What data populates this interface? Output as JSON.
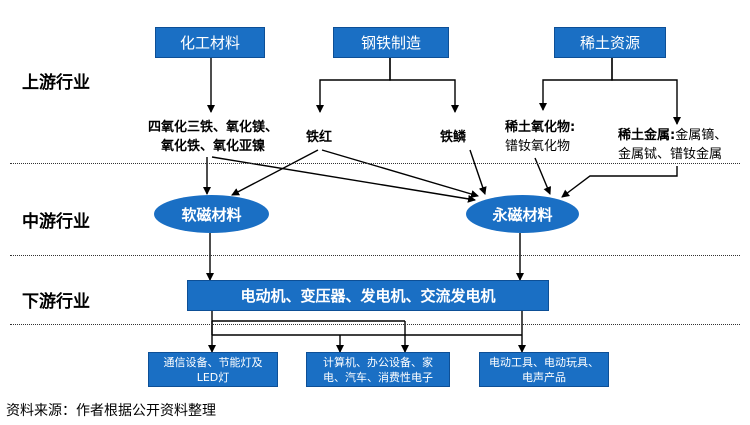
{
  "levels": {
    "upstream": "上游行业",
    "midstream": "中游行业",
    "downstream": "下游行业"
  },
  "top_boxes": {
    "chemical": "化工材料",
    "steel": "钢铁制造",
    "rare_earth": "稀土资源"
  },
  "raw": {
    "iron_oxides_line1": "四氧化三铁、氧化镁、",
    "iron_oxides_line2": "氧化铁、氧化亚镍",
    "iron_red": "铁红",
    "iron_scale": "铁鳞",
    "re_oxide_bold": "稀土氧化物:",
    "re_oxide_detail": "镨钕氧化物",
    "re_metal_bold": "稀土金属:",
    "re_metal_detail1": "金属镝、",
    "re_metal_detail2": "金属铽、镨钕金属"
  },
  "mid": {
    "soft": "软磁材料",
    "perm": "永磁材料"
  },
  "down": {
    "motors": "电动机、变压器、发电机、交流发电机"
  },
  "apps": {
    "a1_line1": "通信设备、节能灯及",
    "a1_line2": "LED灯",
    "a2_line1": "计算机、办公设备、家",
    "a2_line2": "电、汽车、消费性电子",
    "a3_line1": "电动工具、电动玩具、",
    "a3_line2": "电声产品"
  },
  "source": "资料来源：作者根据公开资料整理",
  "colors": {
    "box_fill": "#1a6fc4",
    "arrow": "#000000"
  }
}
